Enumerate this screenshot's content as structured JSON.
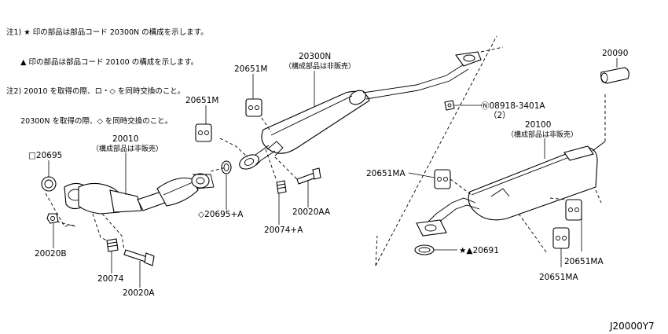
{
  "notes": [
    "注1) ★ 印の部品は部品コード 20300N の構成を示します。",
    "      ▲ 印の部品は部品コード 20100 の構成を示します。",
    "注2) 20010 を取得の際、ロ・◇ を同時交換のこと。",
    "      20300N を取得の際、◇ を同時交換のこと。"
  ],
  "labels": {
    "p20300N": "20300N",
    "p20300N_sub": "（構成部品は非販売）",
    "p20651M_a": "20651M",
    "p20651M_b": "20651M",
    "p20010": "20010",
    "p20010_sub": "（構成部品は非販売）",
    "p20695": "□20695",
    "p20695A": "◇20695+A",
    "p20074A": "20074+A",
    "p20020AA": "20020AA",
    "p20020B": "20020B",
    "p20074": "20074",
    "p20020A": "20020A",
    "p20090": "20090",
    "p08918": "Ⓝ08918-3401A",
    "p08918_qty": "（2）",
    "p20100": "20100",
    "p20100_sub": "（構成部品は非販売）",
    "p20651MA_a": "20651MA",
    "p20651MA_b": "20651MA",
    "p20651MA_c": "20651MA",
    "p20691": "★▲20691"
  },
  "diagram_code": "J20000Y7"
}
